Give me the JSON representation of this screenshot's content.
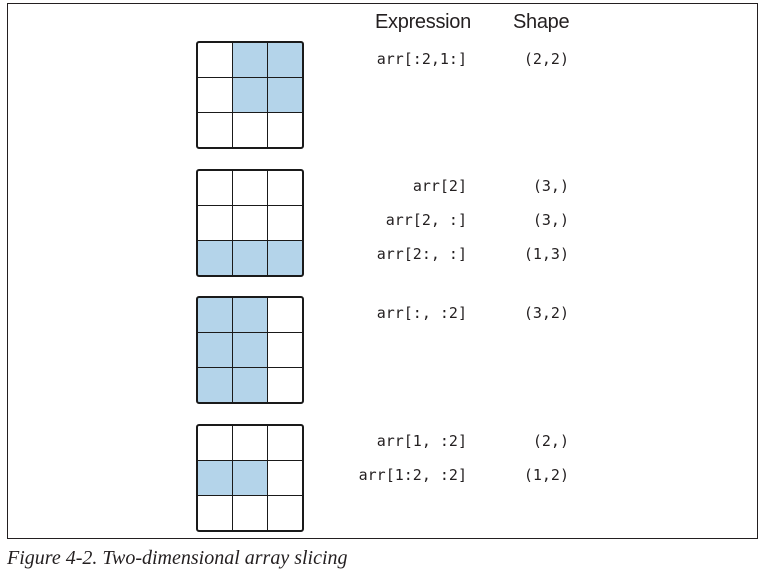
{
  "headers": {
    "expression": "Expression",
    "shape": "Shape"
  },
  "figures": [
    {
      "highlight": [
        [
          0,
          1,
          1
        ],
        [
          0,
          1,
          1
        ],
        [
          0,
          0,
          0
        ]
      ],
      "rows": [
        {
          "expression": "arr[:2,1:]",
          "shape": "(2,2)"
        }
      ]
    },
    {
      "highlight": [
        [
          0,
          0,
          0
        ],
        [
          0,
          0,
          0
        ],
        [
          1,
          1,
          1
        ]
      ],
      "rows": [
        {
          "expression": "arr[2]",
          "shape": "(3,)"
        },
        {
          "expression": "arr[2, :]",
          "shape": "(3,)"
        },
        {
          "expression": "arr[2:, :]",
          "shape": "(1,3)"
        }
      ]
    },
    {
      "highlight": [
        [
          1,
          1,
          0
        ],
        [
          1,
          1,
          0
        ],
        [
          1,
          1,
          0
        ]
      ],
      "rows": [
        {
          "expression": "arr[:, :2]",
          "shape": "(3,2)"
        }
      ]
    },
    {
      "highlight": [
        [
          0,
          0,
          0
        ],
        [
          1,
          1,
          0
        ],
        [
          0,
          0,
          0
        ]
      ],
      "rows": [
        {
          "expression": "arr[1, :2]",
          "shape": "(2,)"
        },
        {
          "expression": "arr[1:2, :2]",
          "shape": "(1,2)"
        }
      ]
    }
  ],
  "caption": "Figure 4-2. Two-dimensional array slicing",
  "colors": {
    "highlight": "#b4d4ea",
    "border": "#1a1a1a",
    "text": "#231f20"
  }
}
